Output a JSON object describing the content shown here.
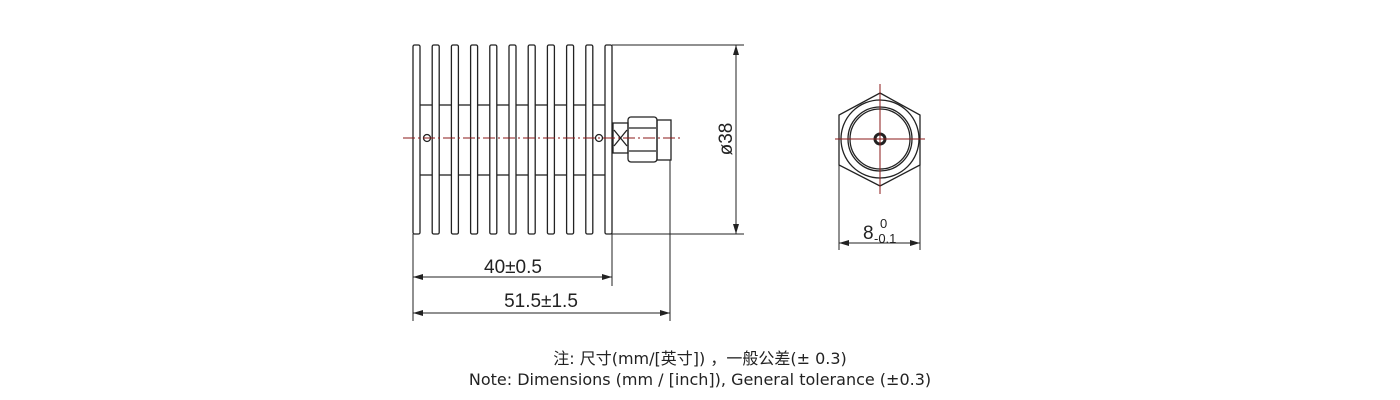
{
  "drawing": {
    "diameter_label": "ø38",
    "length_body_label": "40±0.5",
    "length_total_label": "51.5±1.5",
    "hex_base": "8",
    "hex_upper_tol": "0",
    "hex_lower_tol": "-0.1",
    "fin_count": 11,
    "line_color": "#222222",
    "centerline_color": "#8b1a1a"
  },
  "notes": {
    "line_cn": "注: 尺寸(mm/[英寸]) ，一般公差(± 0.3)",
    "line_en": "Note: Dimensions (mm / [inch]), General tolerance (±0.3)"
  }
}
